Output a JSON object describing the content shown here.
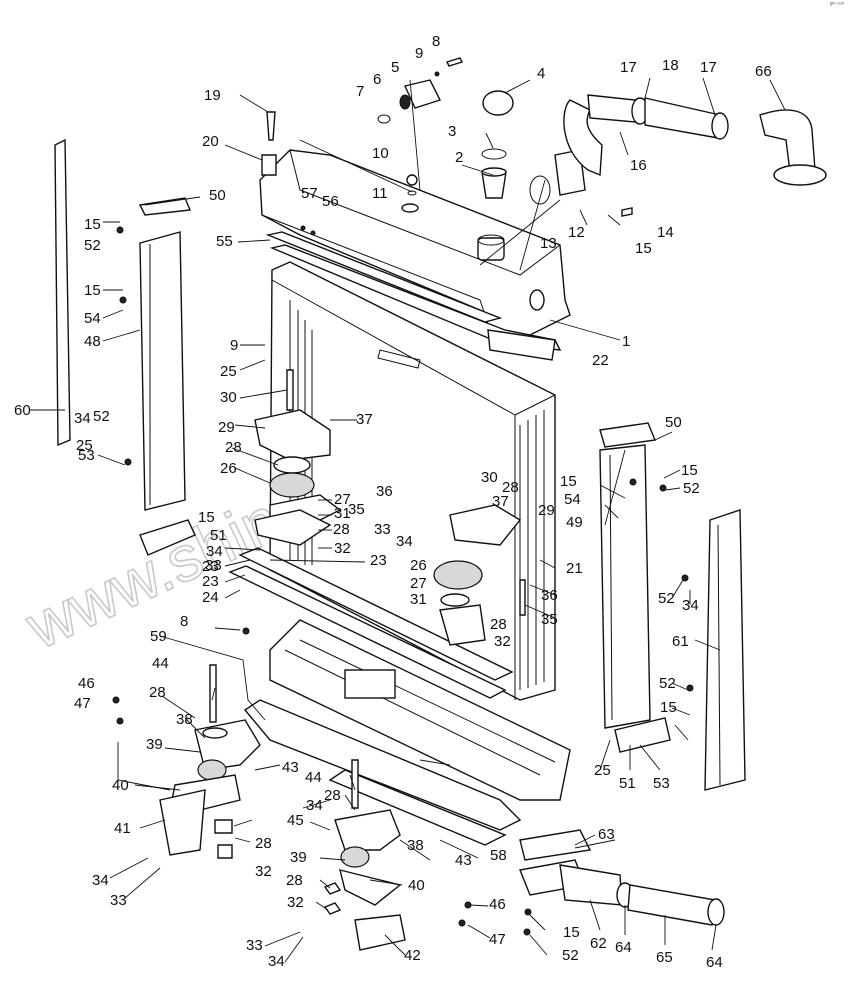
{
  "corner_mark": "ᵍᵐ ᵒᵒᵒ",
  "watermark": "www.shinron-too.kz",
  "callouts": [
    "1",
    "2",
    "3",
    "4",
    "5",
    "6",
    "7",
    "8",
    "9",
    "10",
    "11",
    "12",
    "13",
    "14",
    "15",
    "16",
    "17",
    "18",
    "19",
    "20",
    "21",
    "22",
    "23",
    "24",
    "25",
    "26",
    "27",
    "28",
    "29",
    "30",
    "31",
    "32",
    "33",
    "34",
    "35",
    "36",
    "37",
    "38",
    "39",
    "40",
    "41",
    "42",
    "43",
    "44",
    "45",
    "46",
    "47",
    "48",
    "49",
    "50",
    "51",
    "52",
    "53",
    "54",
    "55",
    "56",
    "57",
    "58",
    "59",
    "60",
    "61",
    "62",
    "63",
    "64",
    "65",
    "66"
  ]
}
